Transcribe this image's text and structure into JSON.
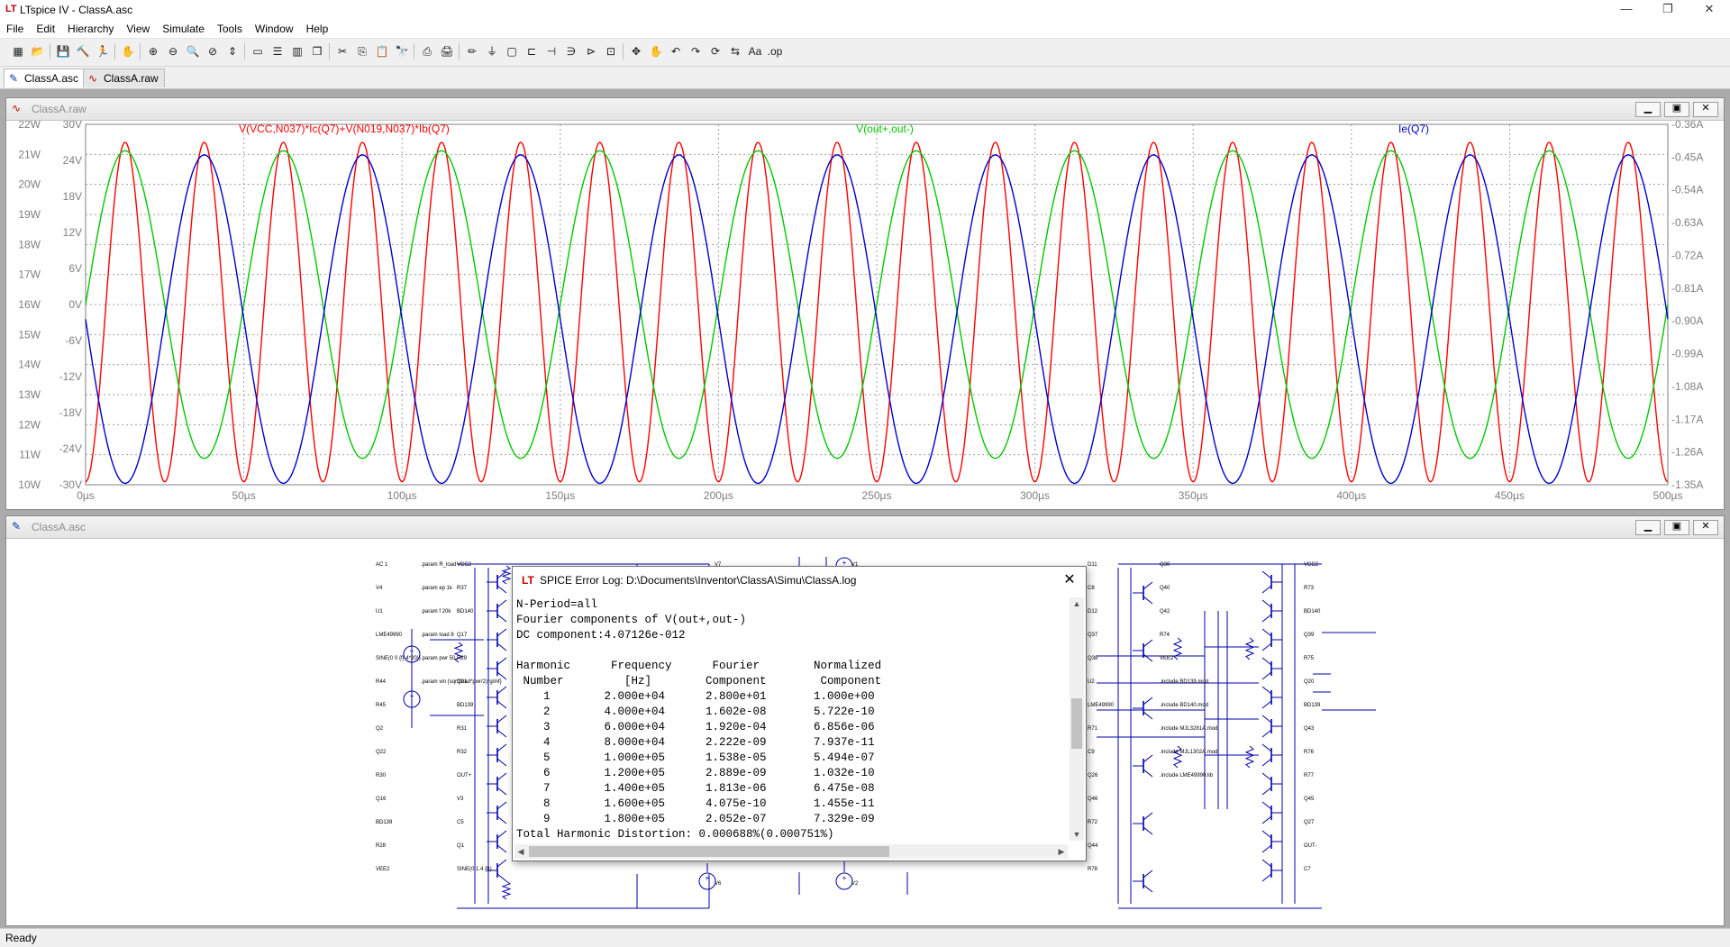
{
  "window": {
    "title": "LTspice IV - ClassA.asc",
    "logo": "LT"
  },
  "menu": [
    "File",
    "Edit",
    "Hierarchy",
    "View",
    "Simulate",
    "Tools",
    "Window",
    "Help"
  ],
  "toolbar_icons": [
    "new-schematic-icon",
    "open-icon",
    "save-icon",
    "control-panel-icon",
    "run-icon",
    "halt-icon",
    "zoom-in-icon",
    "zoom-out-icon",
    "zoom-full-icon",
    "zoom-cancel-icon",
    "autorange-icon",
    "fit-icon",
    "tile-horizontal-icon",
    "tile-vertical-icon",
    "cascade-icon",
    "cut-icon",
    "copy-icon",
    "paste-icon",
    "find-icon",
    "print-preview-icon",
    "print-icon",
    "pencil-icon",
    "ground-icon",
    "label-icon",
    "resistor-icon",
    "capacitor-icon",
    "inductor-icon",
    "diode-icon",
    "component-icon",
    "move-icon",
    "drag-icon",
    "undo-icon",
    "redo-icon",
    "rotate-icon",
    "mirror-icon",
    "text-icon",
    "spice-directive-icon"
  ],
  "tabs": [
    {
      "label": "ClassA.asc",
      "active": true
    },
    {
      "label": "ClassA.raw",
      "active": false
    }
  ],
  "plot_window": {
    "title": "ClassA.raw"
  },
  "schematic_window": {
    "title": "ClassA.asc"
  },
  "chart_data": {
    "type": "line",
    "traces": [
      {
        "name": "V(VCC,N037)*Ic(Q7)+V(N019,N037)*Ib(Q7)",
        "color": "#ff0000",
        "axis": "left-outer",
        "min": 10.1,
        "max": 21.4,
        "phase_deg": 270,
        "freq_hz": 40000
      },
      {
        "name": "V(out+,out-)",
        "color": "#00c800",
        "axis": "left-inner",
        "min": -25.6,
        "max": 25.6,
        "phase_deg": 0,
        "freq_hz": 20000
      },
      {
        "name": "Ie(Q7)",
        "color": "#0000cc",
        "axis": "right",
        "min": -1.346,
        "max": -0.444,
        "phase_deg": 180,
        "freq_hz": 20000
      }
    ],
    "x": {
      "min": 0,
      "max": 500,
      "ticks": [
        "0µs",
        "50µs",
        "100µs",
        "150µs",
        "200µs",
        "250µs",
        "300µs",
        "350µs",
        "400µs",
        "450µs",
        "500µs"
      ]
    },
    "y_left_outer": {
      "min": 10,
      "max": 22,
      "ticks": [
        "22W",
        "21W",
        "20W",
        "19W",
        "18W",
        "17W",
        "16W",
        "15W",
        "14W",
        "13W",
        "12W",
        "11W",
        "10W"
      ]
    },
    "y_left_inner": {
      "min": -30,
      "max": 30,
      "ticks": [
        "30V",
        "24V",
        "18V",
        "12V",
        "6V",
        "0V",
        "-6V",
        "-12V",
        "-18V",
        "-24V",
        "-30V"
      ]
    },
    "y_right": {
      "min": -1.35,
      "max": -0.36,
      "ticks": [
        "-0.36A",
        "-0.45A",
        "-0.54A",
        "-0.63A",
        "-0.72A",
        "-0.81A",
        "-0.90A",
        "-0.99A",
        "-1.08A",
        "-1.17A",
        "-1.26A",
        "-1.35A"
      ]
    },
    "grid": true
  },
  "schematic": {
    "labels": [
      {
        "t": "VCC2",
        "c": "l"
      },
      {
        "t": "R37",
        "c": "l"
      },
      {
        "t": "BD140",
        "c": "l"
      },
      {
        "t": "Q17",
        "c": "l"
      },
      {
        "t": "R29",
        "c": "l"
      },
      {
        "t": "Q21",
        "c": "l"
      },
      {
        "t": "BD139",
        "c": "l"
      },
      {
        "t": "R31",
        "c": "l"
      },
      {
        "t": "R32",
        "c": "l"
      },
      {
        "t": "OUT+",
        "c": "l"
      },
      {
        "t": "V3",
        "c": "l"
      },
      {
        "t": "C5",
        "c": "l"
      },
      {
        "t": "Q1",
        "c": "l"
      },
      {
        "t": "SINE(0 1.4 {f})",
        "c": "l"
      },
      {
        "t": "AC 1",
        "c": "l"
      },
      {
        "t": "V4",
        "c": "l"
      },
      {
        "t": "U1",
        "c": "l"
      },
      {
        "t": "LME49990",
        "c": "l"
      },
      {
        "t": "SINE(0 0 {f} 4*20})",
        "c": "l"
      },
      {
        "t": "R44",
        "c": "l"
      },
      {
        "t": "R45",
        "c": "l"
      },
      {
        "t": "Q2",
        "c": "l"
      },
      {
        "t": "Q22",
        "c": "l"
      },
      {
        "t": "R30",
        "c": "l"
      },
      {
        "t": "Q16",
        "c": "l"
      },
      {
        "t": "BD139",
        "c": "l"
      },
      {
        "t": "R28",
        "c": "l"
      },
      {
        "t": "VEE2",
        "c": "l"
      },
      {
        "t": ".param R_load",
        "c": "l"
      },
      {
        "t": ".param ep 1k",
        "c": "l"
      },
      {
        "t": ".param f 20k",
        "c": "l"
      },
      {
        "t": ".param load 8",
        "c": "l"
      },
      {
        "t": ".param pwr 50",
        "c": "l"
      },
      {
        "t": ".param vin {sqrt(load*pwr/2)*g/inf}",
        "c": "l"
      },
      {
        "t": "V7",
        "c": "m"
      },
      {
        "t": "V1",
        "c": "m"
      },
      {
        "t": "V6",
        "c": "m"
      },
      {
        "t": "V2",
        "c": "m"
      },
      {
        "t": "VCC2",
        "c": "r"
      },
      {
        "t": "R73",
        "c": "r"
      },
      {
        "t": "BD140",
        "c": "r"
      },
      {
        "t": "Q39",
        "c": "r"
      },
      {
        "t": "R75",
        "c": "r"
      },
      {
        "t": "Q20",
        "c": "r"
      },
      {
        "t": "BD139",
        "c": "r"
      },
      {
        "t": "Q43",
        "c": "r"
      },
      {
        "t": "R76",
        "c": "r"
      },
      {
        "t": "R77",
        "c": "r"
      },
      {
        "t": "Q45",
        "c": "r"
      },
      {
        "t": "Q27",
        "c": "r"
      },
      {
        "t": "OUT-",
        "c": "r"
      },
      {
        "t": "C7",
        "c": "r"
      },
      {
        "t": "D11",
        "c": "r"
      },
      {
        "t": "C8",
        "c": "r"
      },
      {
        "t": "D12",
        "c": "r"
      },
      {
        "t": "Q37",
        "c": "r"
      },
      {
        "t": "Q38",
        "c": "r"
      },
      {
        "t": "U2",
        "c": "r"
      },
      {
        "t": "LME49990",
        "c": "r"
      },
      {
        "t": "R71",
        "c": "r"
      },
      {
        "t": "C9",
        "c": "r"
      },
      {
        "t": "Q26",
        "c": "r"
      },
      {
        "t": "Q46",
        "c": "r"
      },
      {
        "t": "R72",
        "c": "r"
      },
      {
        "t": "Q44",
        "c": "r"
      },
      {
        "t": "R78",
        "c": "r"
      },
      {
        "t": "Q30",
        "c": "r"
      },
      {
        "t": "Q40",
        "c": "r"
      },
      {
        "t": "Q42",
        "c": "r"
      },
      {
        "t": "R74",
        "c": "r"
      },
      {
        "t": "VEE2",
        "c": "r"
      },
      {
        "t": ".include BD139.mod",
        "c": "r"
      },
      {
        "t": ".include BD140.mod",
        "c": "r"
      },
      {
        "t": ".include MJL3281A.mod",
        "c": "r"
      },
      {
        "t": ".include MJL1302A.mod",
        "c": "r"
      },
      {
        "t": ".include LME49990.lib",
        "c": "r"
      }
    ]
  },
  "log": {
    "title": "SPICE Error Log: D:\\Documents\\Inventor\\ClassA\\Simu\\ClassA.log",
    "lines": [
      "N-Period=all",
      "Fourier components of V(out+,out-)",
      "DC component:4.07126e-012",
      "",
      "Harmonic      Frequency      Fourier        Normalized",
      " Number         [Hz]        Component        Component",
      "    1        2.000e+04      2.800e+01       1.000e+00",
      "    2        4.000e+04      1.602e-08       5.722e-10",
      "    3        6.000e+04      1.920e-04       6.856e-06",
      "    4        8.000e+04      2.222e-09       7.937e-11",
      "    5        1.000e+05      1.538e-05       5.494e-07",
      "    6        1.200e+05      2.889e-09       1.032e-10",
      "    7        1.400e+05      1.813e-06       6.475e-08",
      "    8        1.600e+05      4.075e-10       1.455e-11",
      "    9        1.800e+05      2.052e-07       7.329e-09",
      "Total Harmonic Distortion: 0.000688%(0.000751%)"
    ]
  },
  "status": {
    "text": "Ready"
  }
}
